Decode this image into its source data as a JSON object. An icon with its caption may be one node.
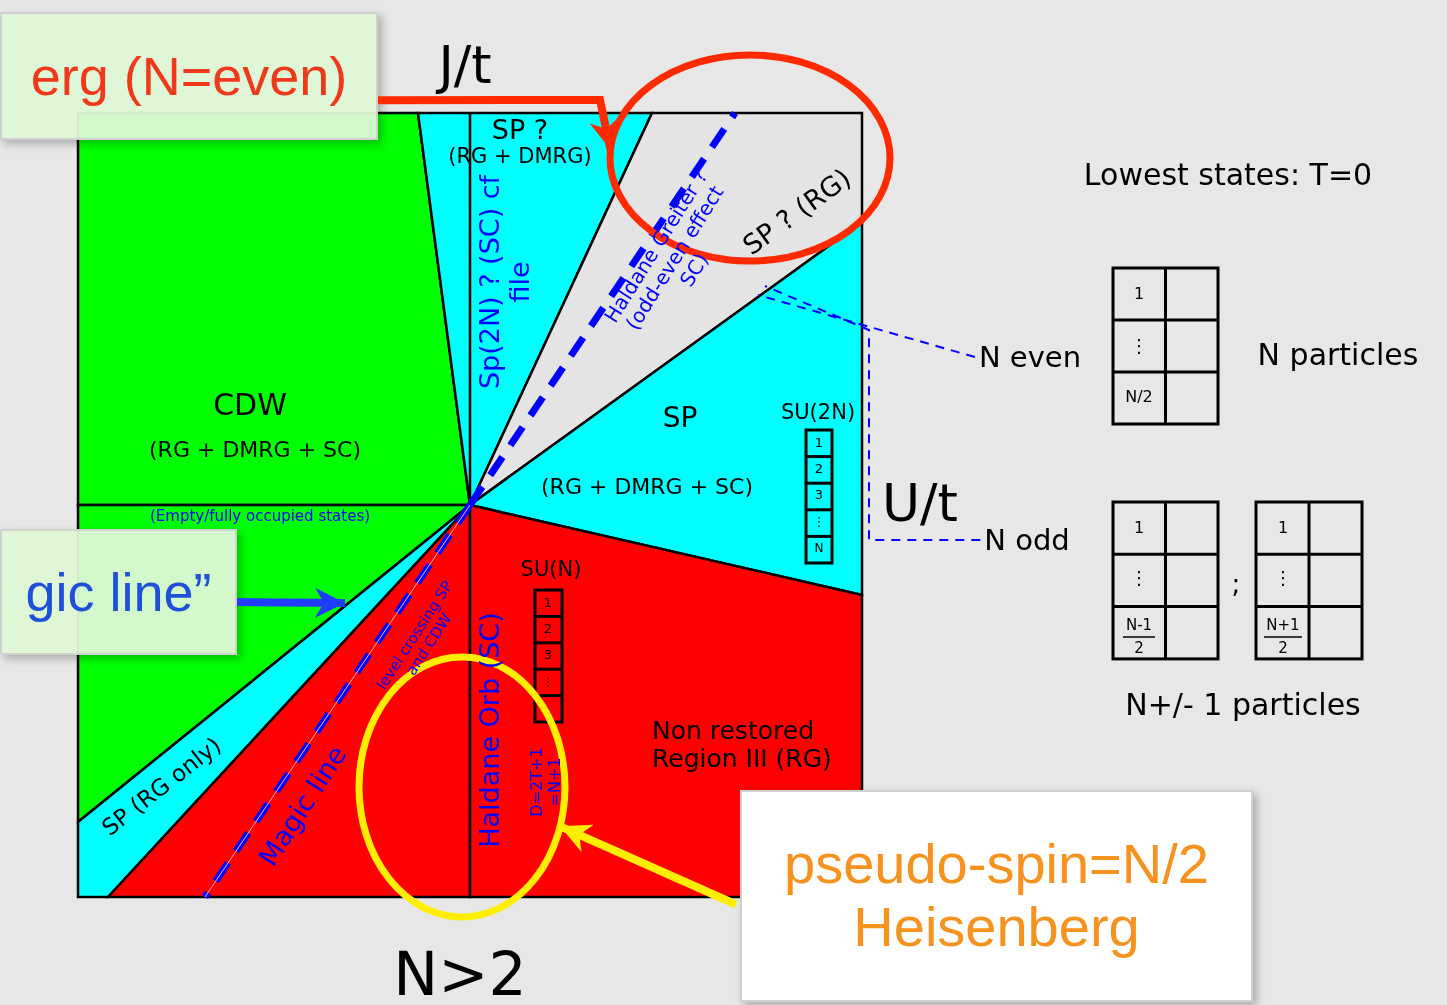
{
  "diagram": {
    "nodes": [
      {
        "text": [],
        "shape": "ellipse"
      },
      {
        "text": [],
        "shape": "ellipse"
      },
      {
        "text": [
          "erg (N=even)"
        ]
      },
      {
        "text": [
          "gic line”"
        ]
      },
      {
        "text": [
          "pseudo-spin=N/2 Heisenberg"
        ]
      },
      {
        "text": [
          "N even"
        ]
      },
      {
        "text": [
          "N odd"
        ]
      }
    ],
    "edges": [
      {
        "from": 2,
        "to": 0,
        "arrow": "to",
        "color": "#ff2a00"
      },
      {
        "from": 3,
        "to": null,
        "arrow": "to",
        "color": "#1f3cff"
      },
      {
        "from": 4,
        "to": 1,
        "arrow": "to",
        "color": "#ffee00"
      },
      {
        "from": 5,
        "to": null,
        "arrow": "none",
        "style": "dashed",
        "color": "#0000ff"
      },
      {
        "from": 6,
        "to": null,
        "arrow": "none",
        "style": "dashed",
        "color": "#0000ff"
      }
    ],
    "labels": [
      "J/t",
      "SP ?",
      "(RG + DMRG)",
      "SP ? (RG)",
      "Lowest states: T=0",
      "Sp(2N) ? (SC) cf file",
      "Haldane Greiter ? (odd-even effect SC)",
      "1",
      "⋮",
      "N/2",
      "N particles",
      "CDW",
      "SP",
      "SU(2N)",
      "1",
      "2",
      "3",
      "⋮",
      "N",
      "(RG + DMRG + SC)",
      "(RG + DMRG + SC)",
      "U/t",
      "(Empty/fully occupied states)",
      "1",
      "⋮",
      "N-1",
      "2",
      ";",
      "1",
      "⋮",
      "N+1",
      "2",
      "SU(N)",
      "1",
      "2",
      "3",
      "⋮",
      "level crossing SP and CDW",
      "N+/- 1 particles",
      "Haldane Orb (SC)",
      "Non restored Region III (RG)",
      "D=2T+1 =N+1",
      "SP (RG only)",
      "Magic line",
      "N>2"
    ]
  }
}
